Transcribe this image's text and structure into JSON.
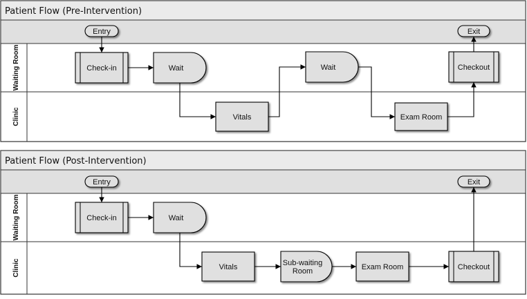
{
  "colors": {
    "title_bar": "#ebebeb",
    "header_band": "#e0e0e0",
    "node_fill": "#e0e0e0",
    "line": "#000000"
  },
  "diagrams": [
    {
      "title": "Patient Flow (Pre-Intervention)",
      "lanes": [
        {
          "id": "waiting",
          "label": "Waiting Room"
        },
        {
          "id": "clinic",
          "label": "Clinic"
        }
      ],
      "nodes": [
        {
          "id": "entry",
          "label": "Entry",
          "shape": "terminal"
        },
        {
          "id": "checkin",
          "label": "Check-in",
          "shape": "predefined"
        },
        {
          "id": "wait1",
          "label": "Wait",
          "shape": "delay"
        },
        {
          "id": "vitals",
          "label": "Vitals",
          "shape": "process"
        },
        {
          "id": "wait2",
          "label": "Wait",
          "shape": "delay"
        },
        {
          "id": "exam",
          "label": "Exam Room",
          "shape": "process"
        },
        {
          "id": "checkout",
          "label": "Checkout",
          "shape": "predefined"
        },
        {
          "id": "exit",
          "label": "Exit",
          "shape": "terminal"
        }
      ],
      "edges": [
        {
          "from": "entry",
          "to": "checkin"
        },
        {
          "from": "checkin",
          "to": "wait1"
        },
        {
          "from": "wait1",
          "to": "vitals"
        },
        {
          "from": "vitals",
          "to": "wait2"
        },
        {
          "from": "wait2",
          "to": "exam"
        },
        {
          "from": "exam",
          "to": "checkout"
        },
        {
          "from": "checkout",
          "to": "exit"
        }
      ]
    },
    {
      "title": "Patient Flow (Post-Intervention)",
      "lanes": [
        {
          "id": "waiting",
          "label": "Waiting Room"
        },
        {
          "id": "clinic",
          "label": "Clinic"
        }
      ],
      "nodes": [
        {
          "id": "entry",
          "label": "Entry",
          "shape": "terminal"
        },
        {
          "id": "checkin",
          "label": "Check-in",
          "shape": "predefined"
        },
        {
          "id": "wait1",
          "label": "Wait",
          "shape": "delay"
        },
        {
          "id": "vitals",
          "label": "Vitals",
          "shape": "process"
        },
        {
          "id": "subwait",
          "label": "Sub-waiting Room",
          "label_lines": [
            "Sub-waiting",
            "Room"
          ],
          "shape": "delay"
        },
        {
          "id": "exam",
          "label": "Exam Room",
          "shape": "process"
        },
        {
          "id": "checkout",
          "label": "Checkout",
          "shape": "predefined"
        },
        {
          "id": "exit",
          "label": "Exit",
          "shape": "terminal"
        }
      ],
      "edges": [
        {
          "from": "entry",
          "to": "checkin"
        },
        {
          "from": "checkin",
          "to": "wait1"
        },
        {
          "from": "wait1",
          "to": "vitals"
        },
        {
          "from": "vitals",
          "to": "subwait"
        },
        {
          "from": "subwait",
          "to": "exam"
        },
        {
          "from": "exam",
          "to": "checkout"
        },
        {
          "from": "checkout",
          "to": "exit"
        }
      ]
    }
  ]
}
